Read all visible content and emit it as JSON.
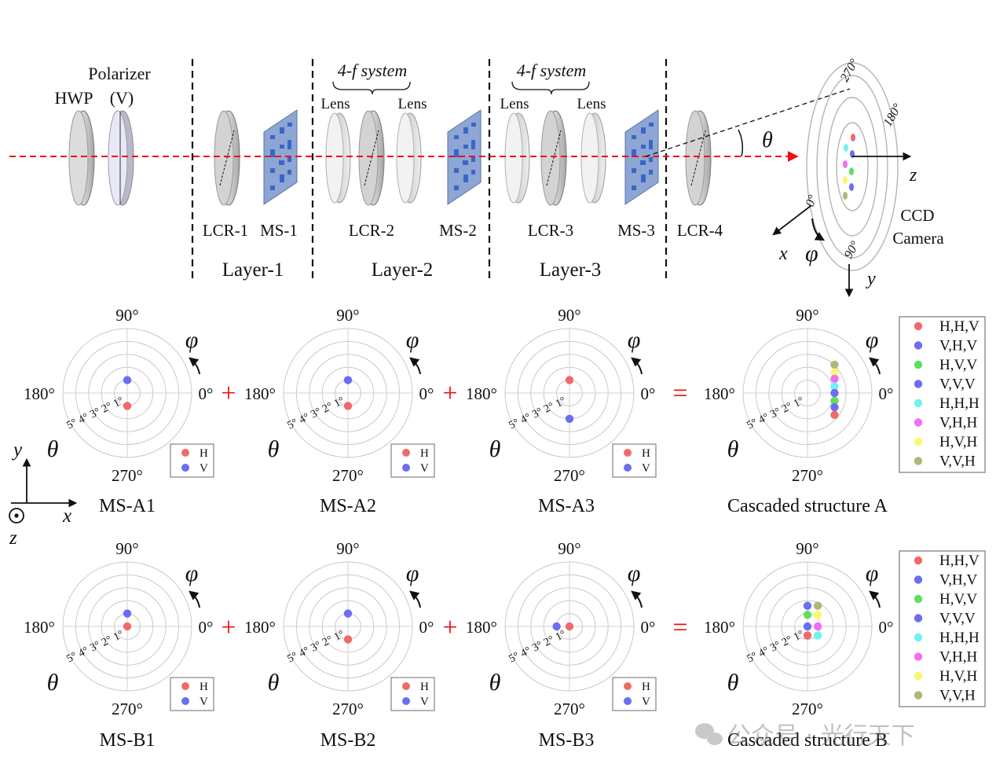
{
  "setup": {
    "labels": {
      "hwp": "HWP",
      "polarizer": "Polarizer",
      "polarizer_v": "(V)",
      "four_f_1": "4-f system",
      "four_f_2": "4-f system",
      "lens": "Lens",
      "lcr1": "LCR-1",
      "ms1": "MS-1",
      "lcr2": "LCR-2",
      "ms2": "MS-2",
      "lcr3": "LCR-3",
      "ms3": "MS-3",
      "lcr4": "LCR-4",
      "layer1": "Layer-1",
      "layer2": "Layer-2",
      "layer3": "Layer-3",
      "theta": "θ",
      "ccd": "CCD",
      "camera": "Camera",
      "z": "z",
      "x": "x",
      "y": "y",
      "phi": "φ",
      "ring_270": "270°",
      "ring_180": "180°",
      "ring_0": "0°",
      "ring_90": "90°"
    }
  },
  "axes_icon": {
    "y": "y",
    "x": "x",
    "z": "z"
  },
  "polar_common": {
    "deg90": "90°",
    "deg180": "180°",
    "deg0": "0°",
    "deg270": "270°",
    "theta": "θ",
    "phi": "φ",
    "r5": "5°",
    "r4": "4°",
    "r3": "3°",
    "r2": "2°",
    "r1": "1°",
    "legend_h": "H",
    "legend_v": "V"
  },
  "operators": {
    "plus": "+",
    "equals": "="
  },
  "titles": {
    "a1": "MS-A1",
    "a2": "MS-A2",
    "a3": "MS-A3",
    "a": "Cascaded structure A",
    "b1": "MS-B1",
    "b2": "MS-B2",
    "b3": "MS-B3",
    "b": "Cascaded structure B"
  },
  "cascade_legend": [
    "H,H,V",
    "V,H,V",
    "H,V,V",
    "V,V,V",
    "H,H,H",
    "V,H,H",
    "H,V,H",
    "V,V,H"
  ],
  "colors": {
    "H": "#f06a6a",
    "V": "#6d6df0",
    "HHV": "#f06a6a",
    "VHV": "#6d6df0",
    "HVV": "#5ee05e",
    "VVV": "#6d6df0",
    "HHH": "#6ef2f2",
    "VHH": "#f26ef2",
    "HVH": "#f8f86e",
    "VVH": "#b4b47a",
    "beam": "#ee1111",
    "plus": "#ee1111"
  },
  "chart_data": [
    {
      "type": "scatter",
      "name": "MS-A1",
      "coords": "polar",
      "rlim": [
        0,
        5
      ],
      "points": [
        {
          "label": "H",
          "theta_deg": 1,
          "phi_deg": 270
        },
        {
          "label": "V",
          "theta_deg": 1,
          "phi_deg": 90
        }
      ]
    },
    {
      "type": "scatter",
      "name": "MS-A2",
      "coords": "polar",
      "rlim": [
        0,
        5
      ],
      "points": [
        {
          "label": "H",
          "theta_deg": 1,
          "phi_deg": 270
        },
        {
          "label": "V",
          "theta_deg": 1,
          "phi_deg": 90
        }
      ]
    },
    {
      "type": "scatter",
      "name": "MS-A3",
      "coords": "polar",
      "rlim": [
        0,
        5
      ],
      "points": [
        {
          "label": "H",
          "theta_deg": 1,
          "phi_deg": 90
        },
        {
          "label": "V",
          "theta_deg": 2,
          "phi_deg": 270
        }
      ]
    },
    {
      "type": "scatter",
      "name": "Cascaded structure A",
      "coords": "polar",
      "rlim": [
        0,
        5
      ],
      "points": [
        {
          "label": "V,V,H",
          "x_deg": 2.1,
          "y_deg": 2.2
        },
        {
          "label": "H,V,H",
          "x_deg": 2.1,
          "y_deg": 1.6
        },
        {
          "label": "V,H,H",
          "x_deg": 2.1,
          "y_deg": 1.1
        },
        {
          "label": "H,H,H",
          "x_deg": 2.1,
          "y_deg": 0.5
        },
        {
          "label": "V,V,V",
          "x_deg": 2.1,
          "y_deg": 0.0
        },
        {
          "label": "H,V,V",
          "x_deg": 2.1,
          "y_deg": -0.6
        },
        {
          "label": "V,H,V",
          "x_deg": 2.1,
          "y_deg": -1.1
        },
        {
          "label": "H,H,V",
          "x_deg": 2.1,
          "y_deg": -1.7
        }
      ]
    },
    {
      "type": "scatter",
      "name": "MS-B1",
      "coords": "polar",
      "rlim": [
        0,
        5
      ],
      "points": [
        {
          "label": "H",
          "theta_deg": 0,
          "phi_deg": 0
        },
        {
          "label": "V",
          "theta_deg": 1,
          "phi_deg": 90
        }
      ]
    },
    {
      "type": "scatter",
      "name": "MS-B2",
      "coords": "polar",
      "rlim": [
        0,
        5
      ],
      "points": [
        {
          "label": "H",
          "theta_deg": 1,
          "phi_deg": 270
        },
        {
          "label": "V",
          "theta_deg": 1,
          "phi_deg": 90
        }
      ]
    },
    {
      "type": "scatter",
      "name": "MS-B3",
      "coords": "polar",
      "rlim": [
        0,
        5
      ],
      "points": [
        {
          "label": "H",
          "theta_deg": 0,
          "phi_deg": 0
        },
        {
          "label": "V",
          "theta_deg": 1,
          "phi_deg": 180
        }
      ]
    },
    {
      "type": "scatter",
      "name": "Cascaded structure B",
      "coords": "polar",
      "rlim": [
        0,
        5
      ],
      "points": [
        {
          "label": "V,V,H",
          "x_deg": 0.8,
          "y_deg": 1.6
        },
        {
          "label": "H,V,H",
          "x_deg": 0.8,
          "y_deg": 0.9
        },
        {
          "label": "V,H,H",
          "x_deg": 0.8,
          "y_deg": 0.0
        },
        {
          "label": "H,H,H",
          "x_deg": 0.8,
          "y_deg": -0.7
        },
        {
          "label": "V,H,V",
          "x_deg": 0.0,
          "y_deg": 1.6
        },
        {
          "label": "H,V,V",
          "x_deg": 0.0,
          "y_deg": 0.9
        },
        {
          "label": "V,V,V",
          "x_deg": 0.0,
          "y_deg": 0.0
        },
        {
          "label": "H,H,V",
          "x_deg": 0.0,
          "y_deg": -0.7
        }
      ]
    }
  ],
  "watermark": "公众号 · 光行天下"
}
